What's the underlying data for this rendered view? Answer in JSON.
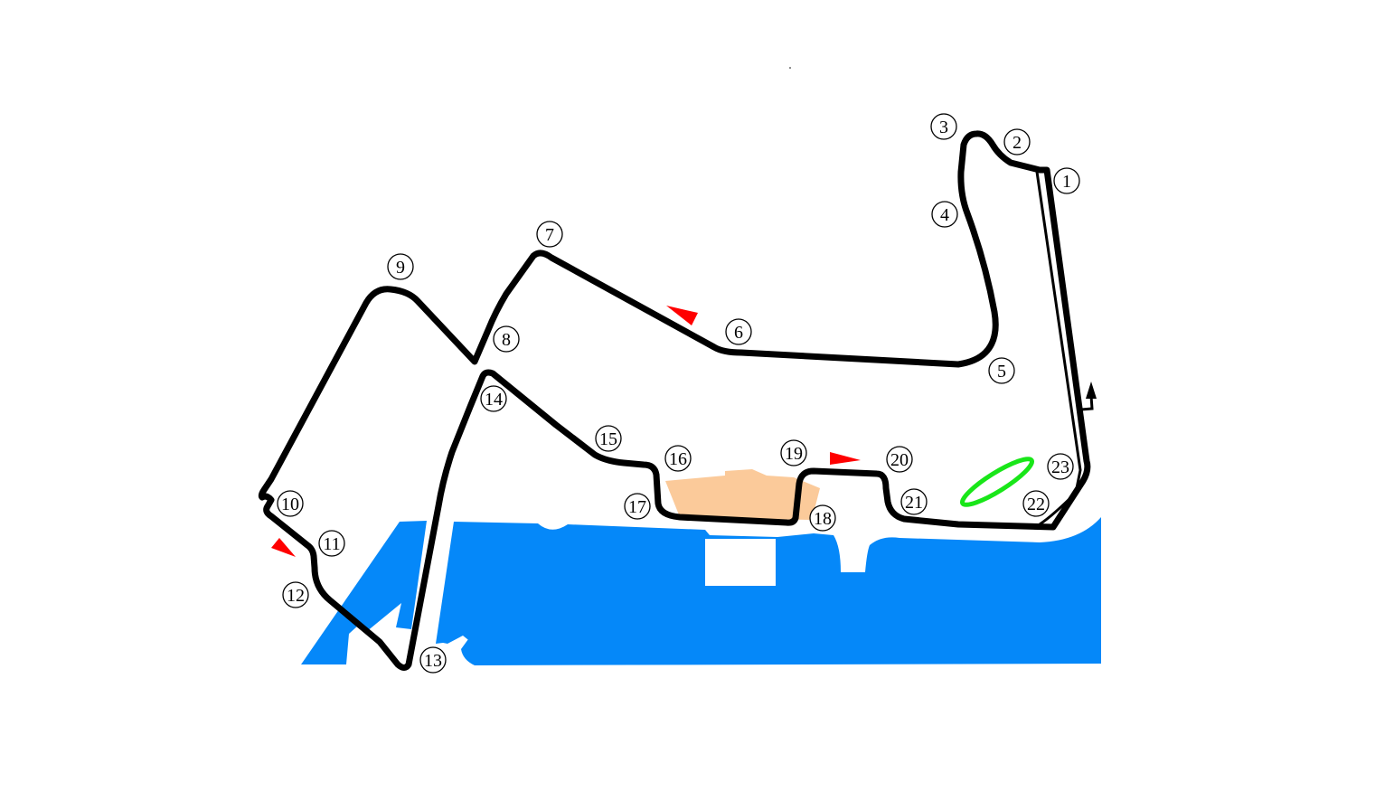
{
  "map": {
    "colors": {
      "track": "#000000",
      "water": "#0588f9",
      "grandstand": "#fbc48f",
      "drs_marker": "#ff0000",
      "green_outline": "#19e619",
      "background": "#ffffff"
    },
    "icons": {
      "drs_marker": "red-triangle-flag-icon",
      "direction_arrow": "direction-arrow-icon"
    },
    "turns": [
      "1",
      "2",
      "3",
      "4",
      "5",
      "6",
      "7",
      "8",
      "9",
      "10",
      "11",
      "12",
      "13",
      "14",
      "15",
      "16",
      "17",
      "18",
      "19",
      "20",
      "21",
      "22",
      "23"
    ]
  }
}
